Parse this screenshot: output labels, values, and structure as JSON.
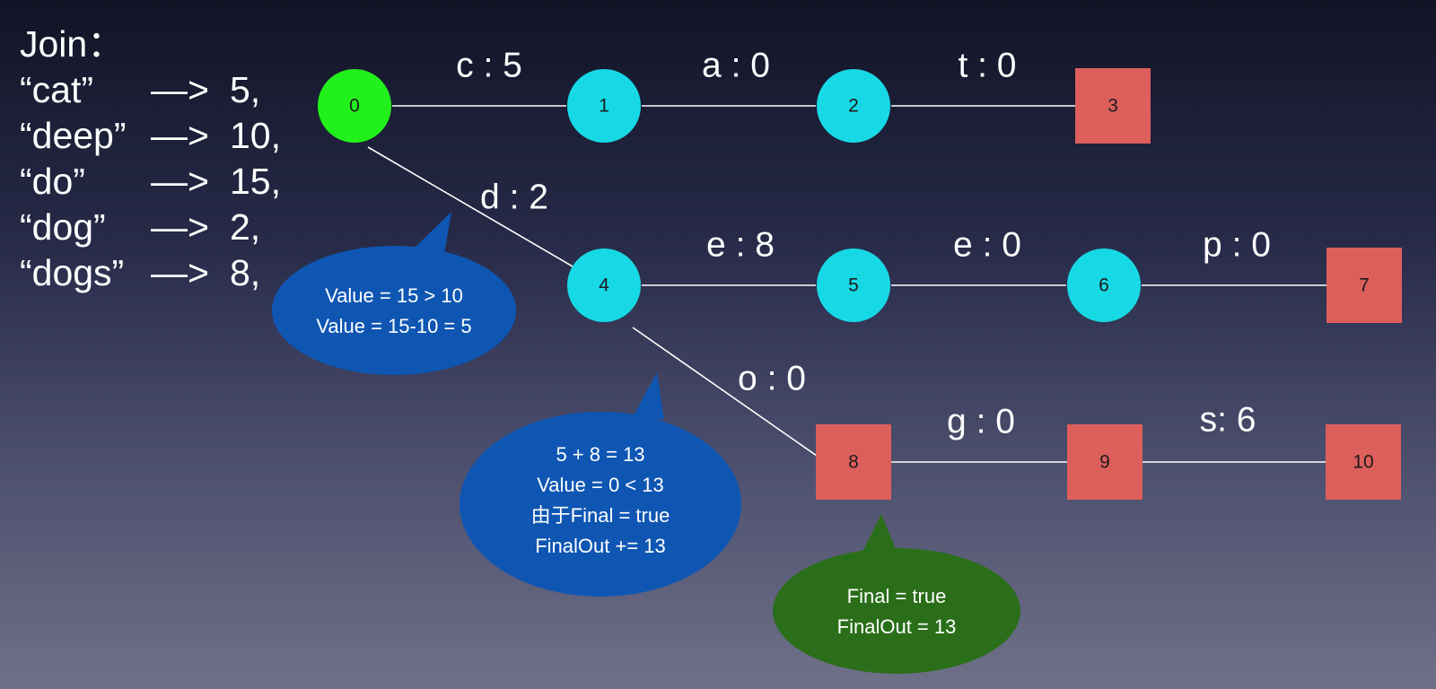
{
  "join": {
    "title": "Join：",
    "rows": [
      {
        "word": "“cat”",
        "arrow": "—>",
        "value": "5,"
      },
      {
        "word": "“deep”",
        "arrow": "—>",
        "value": "10,"
      },
      {
        "word": "“do”",
        "arrow": "—>",
        "value": "15,"
      },
      {
        "word": "“dog”",
        "arrow": "—>",
        "value": "2,"
      },
      {
        "word": "“dogs”",
        "arrow": "—>",
        "value": "8,"
      }
    ]
  },
  "graph": {
    "colors": {
      "start": "#22f01a",
      "node": "#17d9e6",
      "final": "#dd5f5c",
      "edge": "#ffffff",
      "bubble_blue": "#0f56b3",
      "bubble_green": "#2a6e1a"
    },
    "nodes": [
      {
        "id": "0",
        "kind": "start"
      },
      {
        "id": "1",
        "kind": "node"
      },
      {
        "id": "2",
        "kind": "node"
      },
      {
        "id": "3",
        "kind": "final"
      },
      {
        "id": "4",
        "kind": "node"
      },
      {
        "id": "5",
        "kind": "node"
      },
      {
        "id": "6",
        "kind": "node"
      },
      {
        "id": "7",
        "kind": "final"
      },
      {
        "id": "8",
        "kind": "final"
      },
      {
        "id": "9",
        "kind": "final"
      },
      {
        "id": "10",
        "kind": "final"
      }
    ],
    "edges": [
      {
        "from": "0",
        "to": "1",
        "label": "c : 5"
      },
      {
        "from": "1",
        "to": "2",
        "label": "a : 0"
      },
      {
        "from": "2",
        "to": "3",
        "label": "t : 0"
      },
      {
        "from": "0",
        "to": "4",
        "label": "d : 2"
      },
      {
        "from": "4",
        "to": "5",
        "label": "e : 8"
      },
      {
        "from": "5",
        "to": "6",
        "label": "e : 0"
      },
      {
        "from": "6",
        "to": "7",
        "label": "p : 0"
      },
      {
        "from": "4",
        "to": "8",
        "label": "o : 0"
      },
      {
        "from": "8",
        "to": "9",
        "label": "g : 0"
      },
      {
        "from": "9",
        "to": "10",
        "label": "s: 6"
      }
    ],
    "callouts": [
      {
        "id": "callout-value-split",
        "color": "bubble_blue",
        "lines": [
          "Value = 15 > 10",
          "Value = 15-10 = 5"
        ]
      },
      {
        "id": "callout-final-out",
        "color": "bubble_blue",
        "lines": [
          "5 + 8 = 13",
          "Value = 0 < 13",
          "由于Final = true",
          "FinalOut += 13"
        ]
      },
      {
        "id": "callout-node-final",
        "color": "bubble_green",
        "lines": [
          "Final = true",
          "FinalOut = 13"
        ]
      }
    ]
  }
}
